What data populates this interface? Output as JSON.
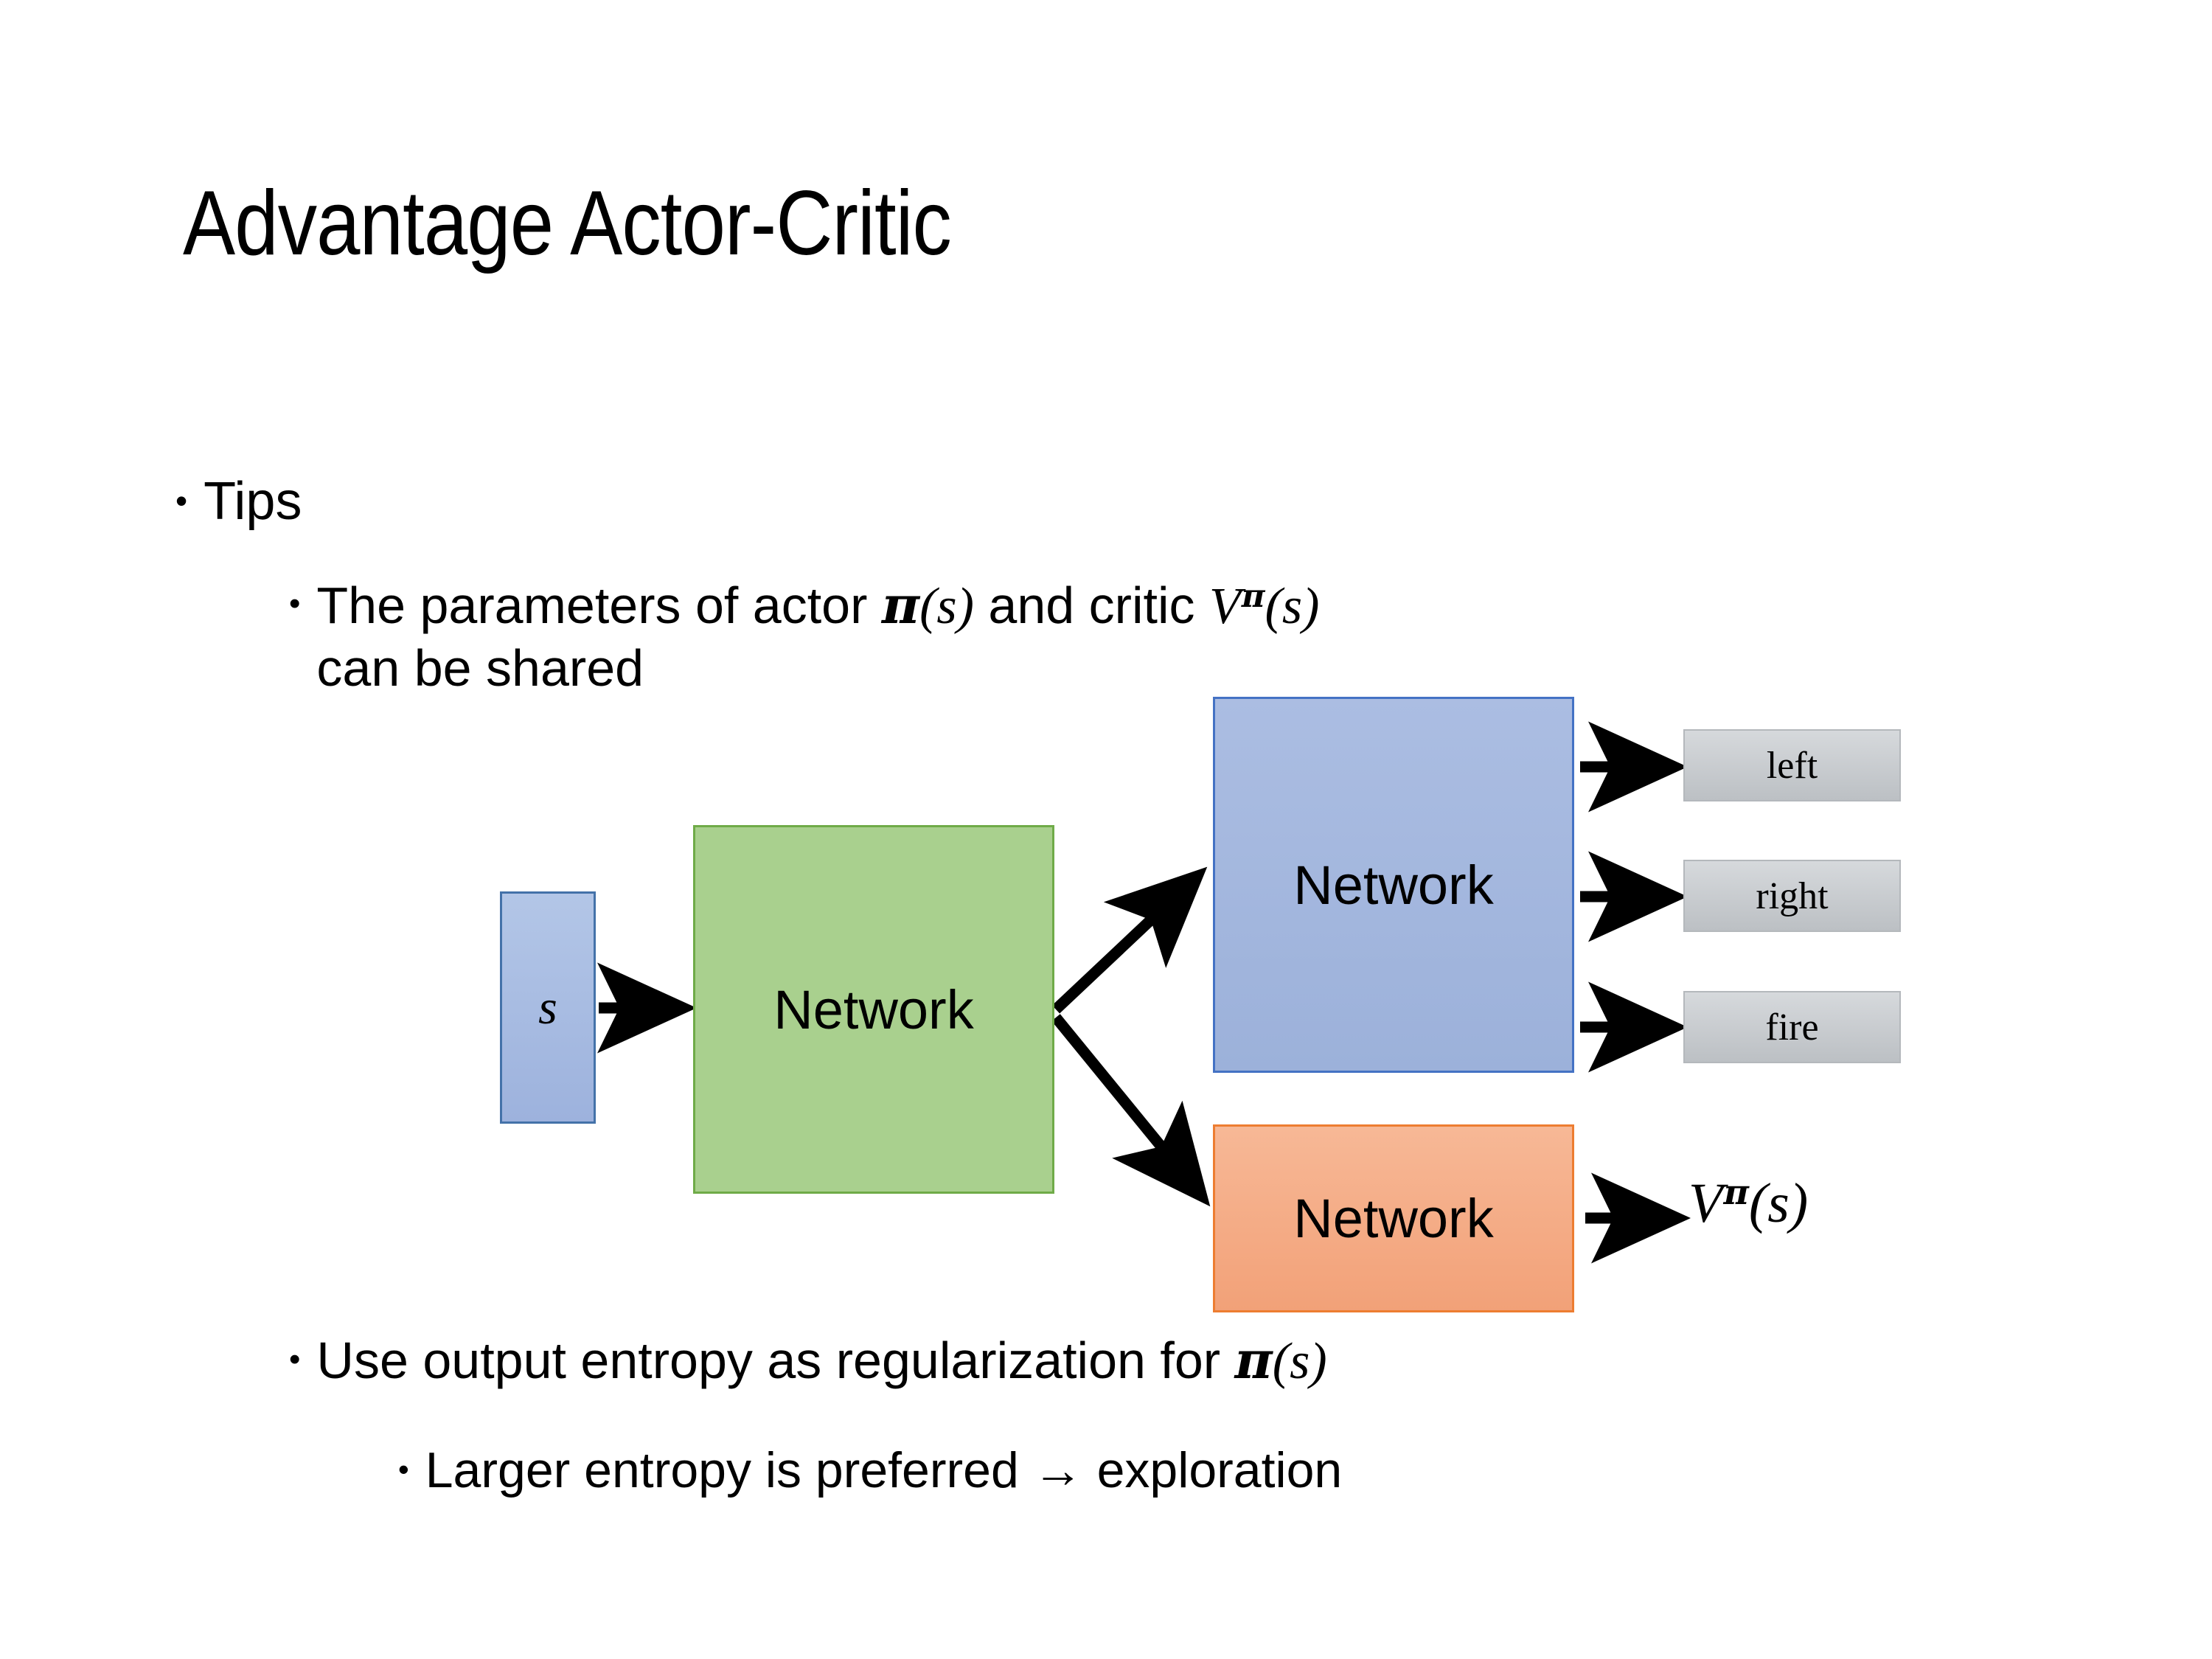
{
  "slide": {
    "title": "Advantage Actor-Critic",
    "background_color": "#ffffff",
    "text_color": "#000000"
  },
  "bullets": {
    "level1_tips": {
      "marker": "•",
      "text": "Tips"
    },
    "level2_shared": {
      "marker": "•",
      "text_before_pi": "The parameters of actor ",
      "pi": "π",
      "paren_open": "(",
      "s": "s",
      "paren_close": ")",
      "text_middle": "  and critic ",
      "v": "V",
      "v_superscript": "π",
      "line2": "can be shared"
    },
    "level2_entropy": {
      "marker": "•",
      "text": "Use output entropy as regularization for ",
      "pi": "π",
      "paren_open": "(",
      "s": "s",
      "paren_close": ")"
    },
    "level3_larger": {
      "marker": "•",
      "text": "Larger entropy is preferred → exploration",
      "arrow_glyph": "→"
    }
  },
  "diagram": {
    "state_node": {
      "label": "s",
      "fill": "#a9bde1",
      "border": "#4472a9"
    },
    "shared_network": {
      "label": "Network",
      "fill": "#a9d08e",
      "border": "#6fab48"
    },
    "actor_network": {
      "label": "Network",
      "fill": "#a3b7de",
      "border": "#4472c4"
    },
    "critic_network": {
      "label": "Network",
      "fill": "#f4aa85",
      "border": "#ed7d31"
    },
    "actions": [
      {
        "label": "left"
      },
      {
        "label": "right"
      },
      {
        "label": "fire"
      }
    ],
    "value_output": {
      "v": "V",
      "superscript": "π",
      "paren_open": "(",
      "s": "s",
      "paren_close": ")"
    },
    "arrows": [
      {
        "name": "state-to-shared",
        "kind": "straight"
      },
      {
        "name": "shared-to-actor",
        "kind": "diagonal-up"
      },
      {
        "name": "shared-to-critic",
        "kind": "diagonal-down"
      },
      {
        "name": "actor-to-left",
        "kind": "straight"
      },
      {
        "name": "actor-to-right",
        "kind": "straight"
      },
      {
        "name": "actor-to-fire",
        "kind": "straight"
      },
      {
        "name": "critic-to-value",
        "kind": "straight"
      }
    ],
    "arrow_color": "#000000"
  }
}
